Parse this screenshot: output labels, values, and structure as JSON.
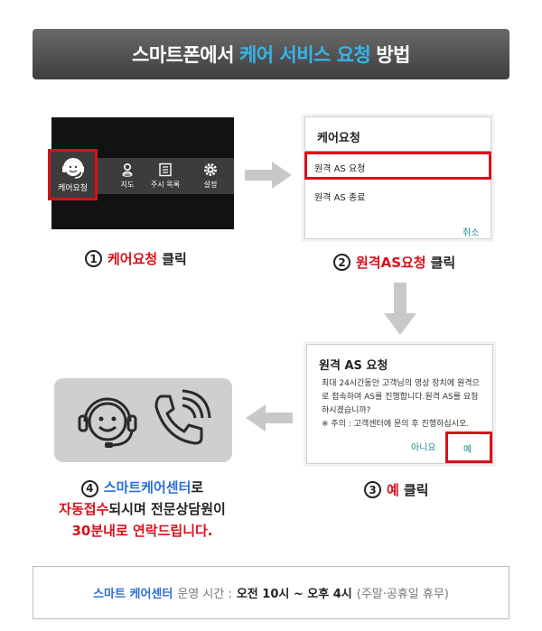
{
  "header": {
    "title_prefix": "스마트폰에서",
    "title_highlight": "케어 서비스 요청",
    "title_suffix": "방법"
  },
  "step1": {
    "menu_items": [
      {
        "label": "케어요청",
        "icon": "headset-face-icon"
      },
      {
        "label": "지도",
        "icon": "map-pin-person-icon"
      },
      {
        "label": "주시 목록",
        "icon": "list-icon"
      },
      {
        "label": "설정",
        "icon": "gear-icon"
      }
    ],
    "caption_num": "1",
    "caption_highlight": "케어요청",
    "caption_suffix": "클릭"
  },
  "step2": {
    "dialog_title": "케어요청",
    "options": [
      "원격 AS 요청",
      "원격 AS 종료"
    ],
    "cancel_label": "취소",
    "caption_num": "2",
    "caption_highlight": "원격AS요청",
    "caption_suffix": "클릭"
  },
  "step3": {
    "dialog_title": "원격 AS 요청",
    "message": "최대 24시간동안 고객님의 영상 장치에 원격으로 접속하여 AS를 진행합니다.원격 AS를 요청하시겠습니까?",
    "notice": "※ 주의 : 고객센터에 문의 후 진행하십시오.",
    "no_label": "아니요",
    "yes_label": "예",
    "caption_num": "3",
    "caption_highlight": "예",
    "caption_suffix": "클릭"
  },
  "step4": {
    "caption_num": "4",
    "line1_highlight": "스마트케어센터",
    "line1_suffix": "로",
    "line2_highlight": "자동접수",
    "line2_suffix": "되시며 전문상담원이",
    "line3_highlight": "30분내로 연락드립니다.",
    "icons": [
      "operator-headset-icon",
      "phone-ringing-icon"
    ]
  },
  "footer": {
    "center_name": "스마트 케어센터",
    "hours_label": "운영 시간 :",
    "hours_value": "오전 10시 ~ 오후 4시",
    "holiday_note": "(주말·공휴일 휴무)"
  },
  "colors": {
    "accent_red": "#d8101a",
    "accent_blue": "#2c6dd8",
    "title_highlight": "#35b5e8",
    "teal_button": "#1f8f87"
  }
}
